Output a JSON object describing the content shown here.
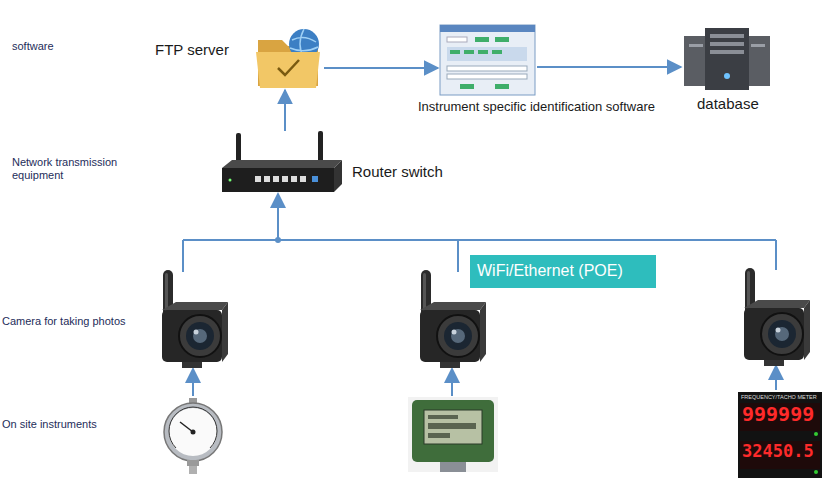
{
  "diagram": {
    "nodes": [
      {
        "text": [
          "FTP server"
        ]
      },
      {
        "text": [
          "Instrument specific identification software"
        ]
      },
      {
        "text": [
          "database"
        ]
      },
      {
        "text": [
          "Router switch"
        ]
      },
      {
        "text": [
          "WiFi/Ethernet (POE)"
        ]
      }
    ],
    "edges": [
      {
        "from": 3,
        "to": 0,
        "arrow": "to"
      },
      {
        "from": 0,
        "to": 1,
        "arrow": "to"
      },
      {
        "from": 1,
        "to": 2,
        "arrow": "to"
      }
    ],
    "labels": [
      "software",
      "Network transmission equipment",
      "Camera for taking photos",
      "On site instruments",
      "FREQUENCY/TACHO METER",
      "999999",
      "32450.5"
    ]
  }
}
